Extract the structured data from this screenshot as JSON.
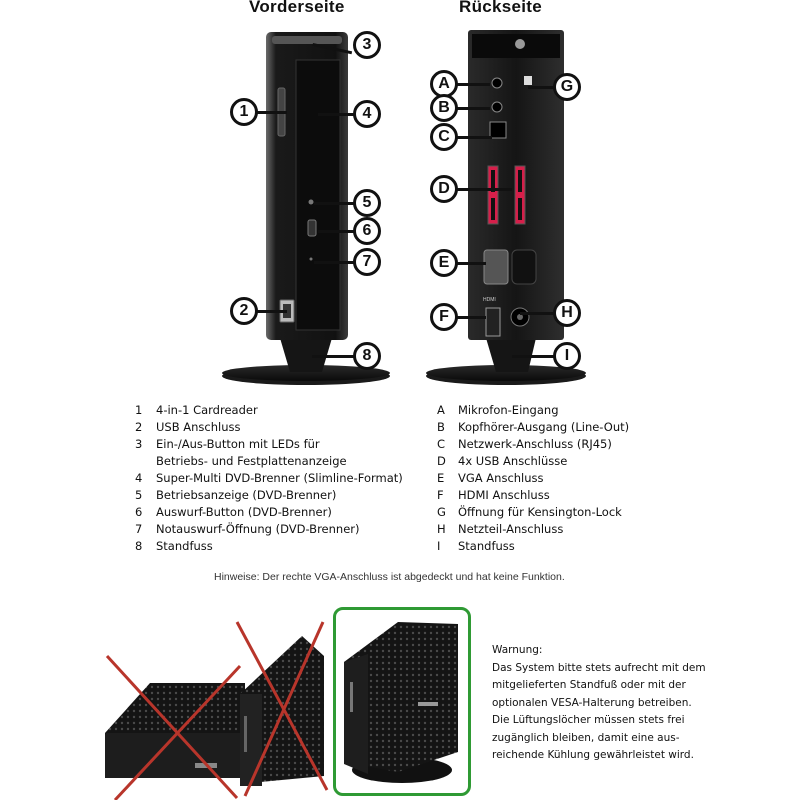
{
  "headings": {
    "front": "Vorderseite",
    "back": "Rückseite"
  },
  "callouts_front": [
    "1",
    "2",
    "3",
    "4",
    "5",
    "6",
    "7",
    "8"
  ],
  "callouts_back": [
    "A",
    "B",
    "C",
    "D",
    "E",
    "F",
    "G",
    "H",
    "I"
  ],
  "port_labels": {
    "hdmi": "HDMI"
  },
  "legend_front": [
    {
      "key": "1",
      "text": "4-in-1 Cardreader"
    },
    {
      "key": "2",
      "text": "USB Anschluss"
    },
    {
      "key": "3",
      "text": "Ein-/Aus-Button mit LEDs für"
    },
    {
      "key": "",
      "text": "Betriebs- und Festplattenanzeige"
    },
    {
      "key": "4",
      "text": "Super-Multi DVD-Brenner (Slimline-Format)"
    },
    {
      "key": "5",
      "text": "Betriebsanzeige (DVD-Brenner)"
    },
    {
      "key": "6",
      "text": "Auswurf-Button (DVD-Brenner)"
    },
    {
      "key": "7",
      "text": "Notauswurf-Öffnung (DVD-Brenner)"
    },
    {
      "key": "8",
      "text": "Standfuss"
    }
  ],
  "legend_back": [
    {
      "key": "A",
      "text": "Mikrofon-Eingang"
    },
    {
      "key": "B",
      "text": "Kopfhörer-Ausgang (Line-Out)"
    },
    {
      "key": "C",
      "text": "Netzwerk-Anschluss (RJ45)"
    },
    {
      "key": "D",
      "text": "4x USB Anschlüsse"
    },
    {
      "key": "E",
      "text": "VGA Anschluss"
    },
    {
      "key": "F",
      "text": "HDMI Anschluss"
    },
    {
      "key": "G",
      "text": "Öffnung für Kensington-Lock"
    },
    {
      "key": "H",
      "text": "Netzteil-Anschluss"
    },
    {
      "key": "I",
      "text": "Standfuss"
    }
  ],
  "hint": "Hinweise: Der rechte VGA-Anschluss ist abgedeckt und hat keine Funktion.",
  "warning": {
    "title": "Warnung:",
    "lines": [
      "Das System bitte stets aufrecht mit dem",
      "mitgelieferten Standfuß oder mit der",
      "optionalen VESA-Halterung betreiben.",
      "Die Lüftungslöcher müssen stets frei",
      "zugänglich bleiben, damit eine aus-",
      "reichende Kühlung gewährleistet wird."
    ]
  },
  "colors": {
    "cross": "#b8352b",
    "ok_frame": "#2f9a34",
    "usb": "#d61f4a"
  }
}
